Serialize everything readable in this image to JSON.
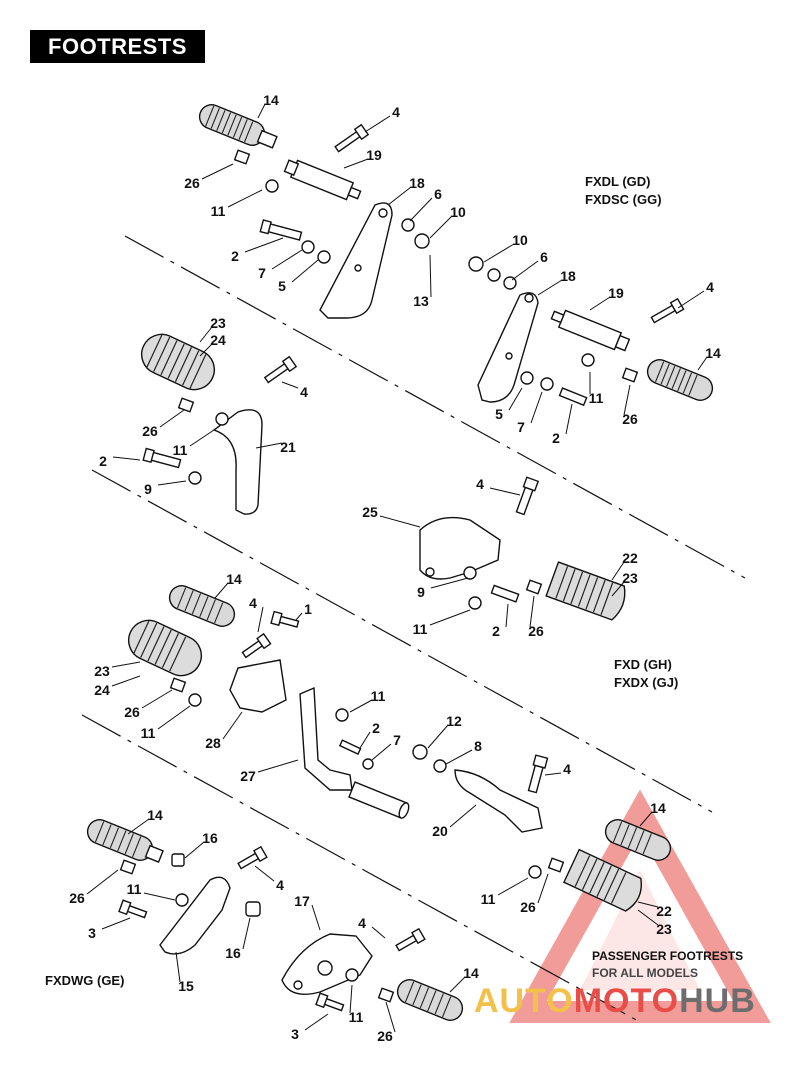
{
  "title": "FOOTRESTS",
  "models": {
    "fxdl": [
      "FXDL (GD)",
      "FXDSC (GG)"
    ],
    "fxd": [
      "FXD (GH)",
      "FXDX (GJ)"
    ],
    "fxdwg": "FXDWG (GE)"
  },
  "passenger": [
    "PASSENGER FOOTRESTS",
    "FOR ALL MODELS"
  ],
  "watermark": [
    "AUTO",
    "MOTO",
    "HUB"
  ],
  "colors": {
    "title_bg": "#000000",
    "watermark_triangle": "#e84d48",
    "watermark_yellow": "#f3c04a",
    "watermark_grey": "#6d6d6d"
  },
  "callouts": {
    "s1": [
      "14",
      "4",
      "19",
      "26",
      "11",
      "18",
      "6",
      "10",
      "2",
      "7",
      "5",
      "13",
      "10",
      "6",
      "18",
      "19",
      "4",
      "14",
      "11",
      "26",
      "5",
      "7",
      "2"
    ],
    "s2": [
      "23",
      "24",
      "4",
      "26",
      "11",
      "21",
      "2",
      "9"
    ],
    "s3": [
      "4",
      "25",
      "22",
      "23",
      "9",
      "11",
      "2",
      "26"
    ],
    "s4": [
      "14",
      "4",
      "1",
      "23",
      "24",
      "26",
      "11",
      "28",
      "11",
      "2",
      "7",
      "27",
      "12",
      "8",
      "4",
      "20",
      "11",
      "26",
      "14",
      "22",
      "23"
    ],
    "s5": [
      "14",
      "16",
      "26",
      "11",
      "4",
      "3",
      "16",
      "15",
      "17",
      "4",
      "14",
      "3",
      "11",
      "26"
    ]
  }
}
